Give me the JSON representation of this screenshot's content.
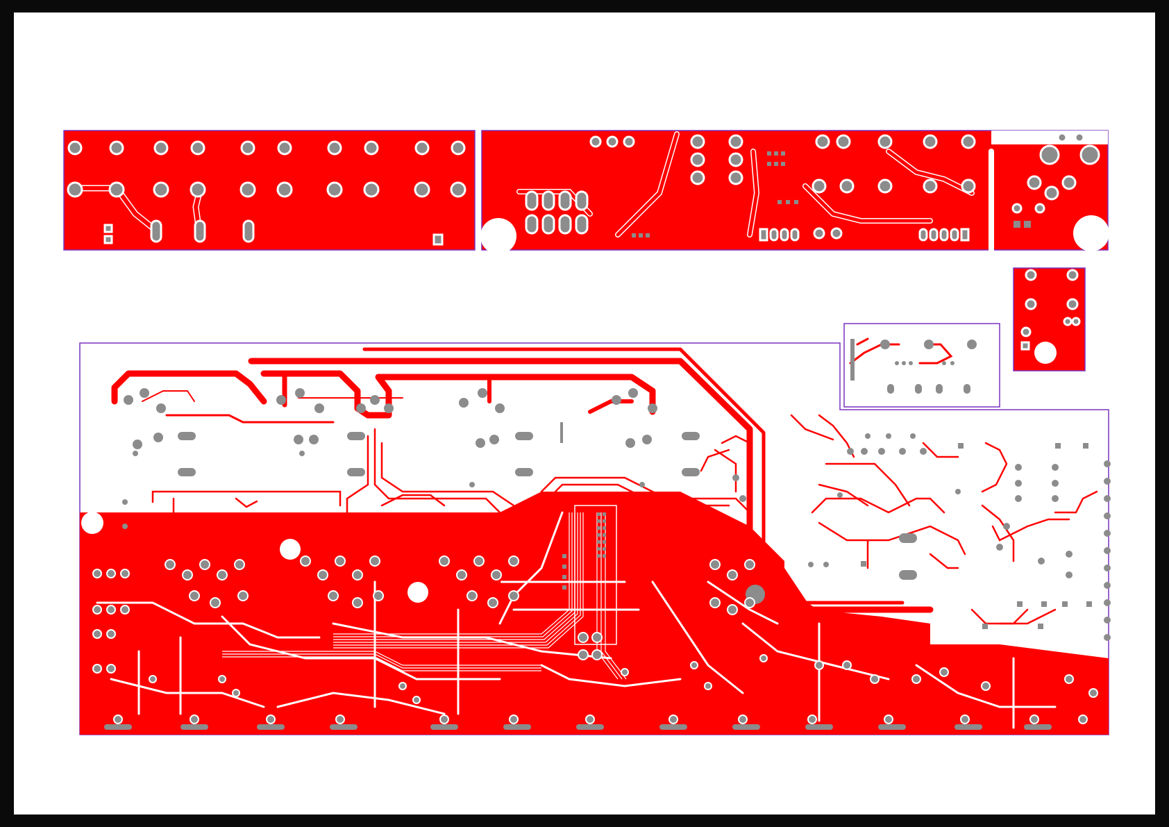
{
  "sheet": {
    "background": "#ffffff",
    "frame": "#0a0a0a"
  },
  "colors": {
    "copper": "#ff0000",
    "pad": "#8c8c8c",
    "outline": "#7a30c0",
    "clearance": "#ffffff"
  },
  "boards": [
    {
      "id": "board-a",
      "kind": "strip"
    },
    {
      "id": "board-b",
      "kind": "strip"
    },
    {
      "id": "board-c",
      "kind": "small-module"
    },
    {
      "id": "board-d",
      "kind": "small-module"
    },
    {
      "id": "board-main",
      "kind": "main"
    }
  ]
}
